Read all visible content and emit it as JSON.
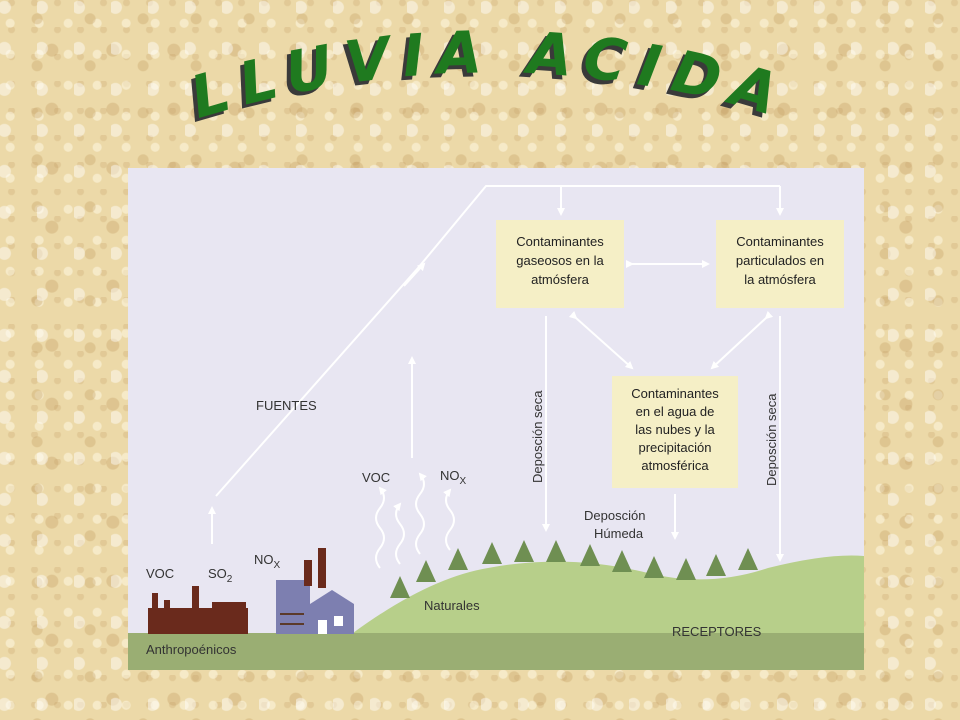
{
  "title": "LLUVIA ACIDA",
  "colors": {
    "title_green": "#1f7a1f",
    "title_shadow": "#3a3a3a",
    "diagram_bg": "#e8e6f2",
    "box_fill": "#f5efc6",
    "hill": "#b7cf8a",
    "ground": "#9aae73",
    "tree": "#6f8f52"
  },
  "diagram": {
    "fuentes": "FUENTES",
    "box_gaseosos": [
      "Contaminantes",
      "gaseosos en la",
      "atmósfera"
    ],
    "box_particulados": [
      "Contaminantes",
      "particulados en",
      "la atmósfera"
    ],
    "box_nubes": [
      "Contaminantes",
      "en el agua de",
      "las nubes y la",
      "precipitación",
      "atmosférica"
    ],
    "deposicion_seca_left": "Deposción seca",
    "deposicion_seca_right": "Deposción seca",
    "deposicion_humeda": [
      "Deposción",
      "Húmeda"
    ],
    "voc_natural": "VOC",
    "nox_natural": "NO",
    "nox_natural_sub": "X",
    "voc_industry": "VOC",
    "so2_industry": "SO",
    "so2_industry_sub": "2",
    "nox_industry": "NO",
    "nox_industry_sub": "X",
    "naturales": "Naturales",
    "receptores": "RECEPTORES",
    "anthropogenicos": "Anthropoénicos"
  }
}
